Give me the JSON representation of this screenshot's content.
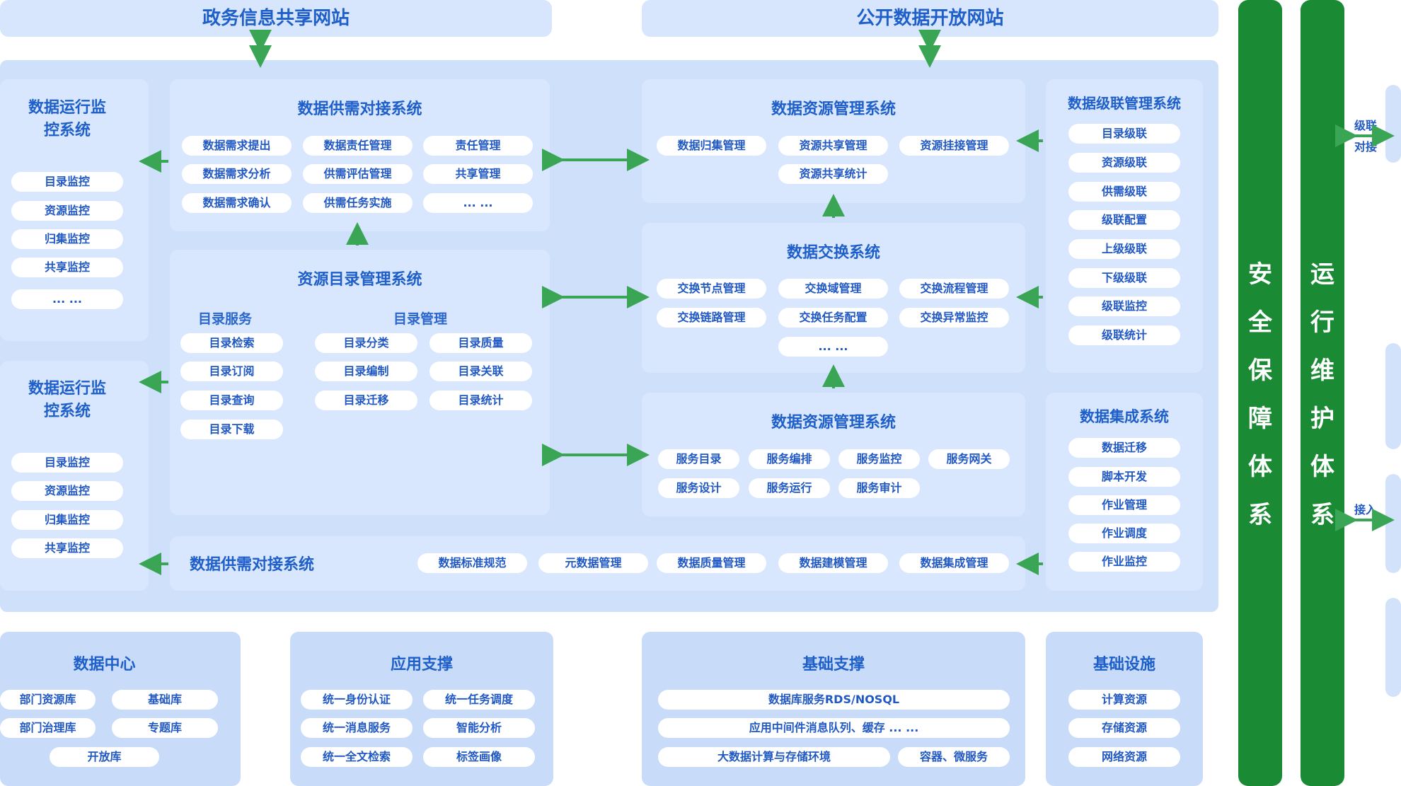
{
  "top": {
    "gov_site": "政务信息共享网站",
    "open_site": "公开数据开放网站"
  },
  "monitor_a": {
    "title": "数据运行监控系统",
    "items": [
      "目录监控",
      "资源监控",
      "归集监控",
      "共享监控",
      "... ..."
    ]
  },
  "monitor_b": {
    "title": "数据运行监控系统",
    "items": [
      "目录监控",
      "资源监控",
      "归集监控",
      "共享监控"
    ]
  },
  "supply": {
    "title": "数据供需对接系统",
    "items": [
      "数据需求提出",
      "数据责任管理",
      "责任管理",
      "数据需求分析",
      "供需评估管理",
      "共享管理",
      "数据需求确认",
      "供需任务实施",
      "... ..."
    ]
  },
  "catalog": {
    "title": "资源目录管理系统",
    "service_title": "目录服务",
    "service_items": [
      "目录检索",
      "目录订阅",
      "目录查询",
      "目录下载"
    ],
    "manage_title": "目录管理",
    "manage_items": [
      "目录分类",
      "目录质量",
      "目录编制",
      "目录关联",
      "目录迁移",
      "目录统计"
    ]
  },
  "resource": {
    "title": "数据资源管理系统",
    "items": [
      "数据归集管理",
      "资源共享管理",
      "资源挂接管理",
      "资源共享统计"
    ]
  },
  "exchange": {
    "title": "数据交换系统",
    "items": [
      "交换节点管理",
      "交换域管理",
      "交换流程管理",
      "交换链路管理",
      "交换任务配置",
      "交换异常监控",
      "... ..."
    ]
  },
  "resource2": {
    "title": "数据资源管理系统",
    "items": [
      "服务目录",
      "服务编排",
      "服务监控",
      "服务网关",
      "服务设计",
      "服务运行",
      "服务审计"
    ]
  },
  "cascade": {
    "title": "数据级联管理系统",
    "items": [
      "目录级联",
      "资源级联",
      "供需级联",
      "级联配置",
      "上级级联",
      "下级级联",
      "级联监控",
      "级联统计"
    ]
  },
  "integration": {
    "title": "数据集成系统",
    "items": [
      "数据迁移",
      "脚本开发",
      "作业管理",
      "作业调度",
      "作业监控"
    ]
  },
  "bottom_bar": {
    "title": "数据供需对接系统",
    "items": [
      "数据标准规范",
      "元数据管理",
      "数据质量管理",
      "数据建模管理",
      "数据集成管理"
    ]
  },
  "datacenter": {
    "title": "数据中心",
    "items": [
      "部门资源库",
      "基础库",
      "部门治理库",
      "专题库",
      "开放库"
    ]
  },
  "app_support": {
    "title": "应用支撑",
    "items": [
      "统一身份认证",
      "统一任务调度",
      "统一消息服务",
      "智能分析",
      "统一全文检索",
      "标签画像"
    ]
  },
  "base_support": {
    "title": "基础支撑",
    "items": [
      "数据库服务RDS/NOSQL",
      "应用中间件消息队列、缓存 ... ...",
      "大数据计算与存储环境",
      "容器、微服务"
    ]
  },
  "infra": {
    "title": "基础设施",
    "items": [
      "计算资源",
      "存储资源",
      "网络资源"
    ]
  },
  "security": {
    "chars": [
      "安",
      "全",
      "保",
      "障",
      "体",
      "系"
    ]
  },
  "ops": {
    "chars": [
      "运",
      "行",
      "维",
      "护",
      "体",
      "系"
    ]
  },
  "side_labels": {
    "cascade_dock_1": "级联",
    "cascade_dock_2": "对接",
    "access": "接入"
  },
  "colors": {
    "green": "#1a8a35",
    "blue_text": "#1f5fc9",
    "panel": "#d8e7fd",
    "arrow": "#3aa655"
  }
}
